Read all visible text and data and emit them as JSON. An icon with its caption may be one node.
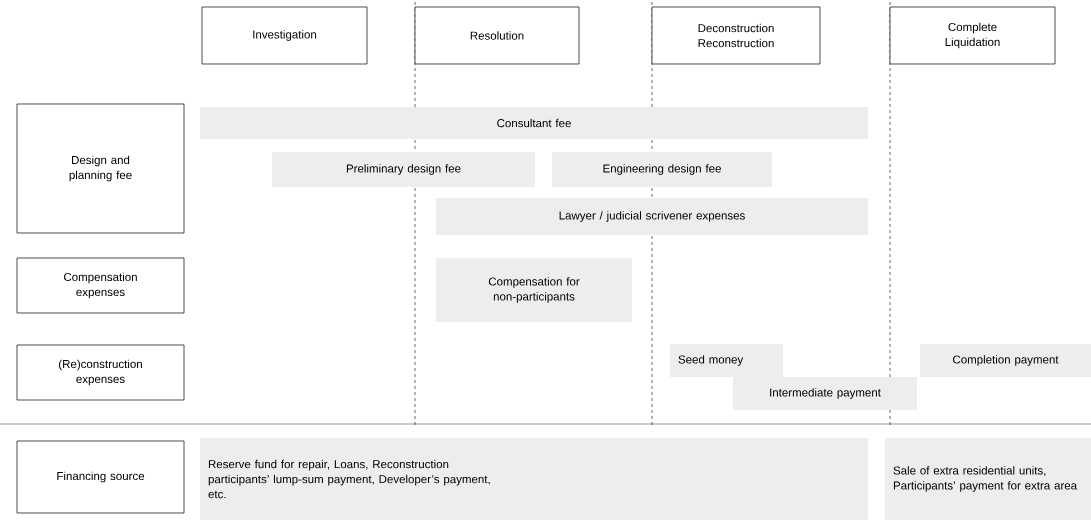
{
  "diagram": {
    "nodes": [
      {
        "text": [
          "Investigation"
        ]
      },
      {
        "text": [
          "Resolution"
        ]
      },
      {
        "text": [
          "Deconstruction Reconstruction"
        ]
      },
      {
        "text": [
          "Complete Liquidation"
        ]
      },
      {
        "text": [
          "Design and planning fee"
        ]
      },
      {
        "text": [
          "Compensation expenses"
        ]
      },
      {
        "text": [
          "(Re)construction expenses"
        ]
      },
      {
        "text": [
          "Financing source"
        ]
      },
      {
        "text": [
          "Consultant fee"
        ]
      },
      {
        "text": [
          "Preliminary design fee"
        ]
      },
      {
        "text": [
          "Engineering design fee"
        ]
      },
      {
        "text": [
          "Lawyer / judicial scrivener expenses"
        ]
      },
      {
        "text": [
          "Compensation for non-participants"
        ]
      },
      {
        "text": [
          "Seed money"
        ]
      },
      {
        "text": [
          "Intermediate payment"
        ]
      },
      {
        "text": [
          "Completion payment"
        ]
      },
      {
        "text": [
          "Reserve fund for repair, Loans, Reconstruction participants’ lump-sum payment, Developer’s payment, etc."
        ]
      },
      {
        "text": [
          "Sale of extra residential units, Participants’ payment for extra area"
        ]
      }
    ]
  }
}
